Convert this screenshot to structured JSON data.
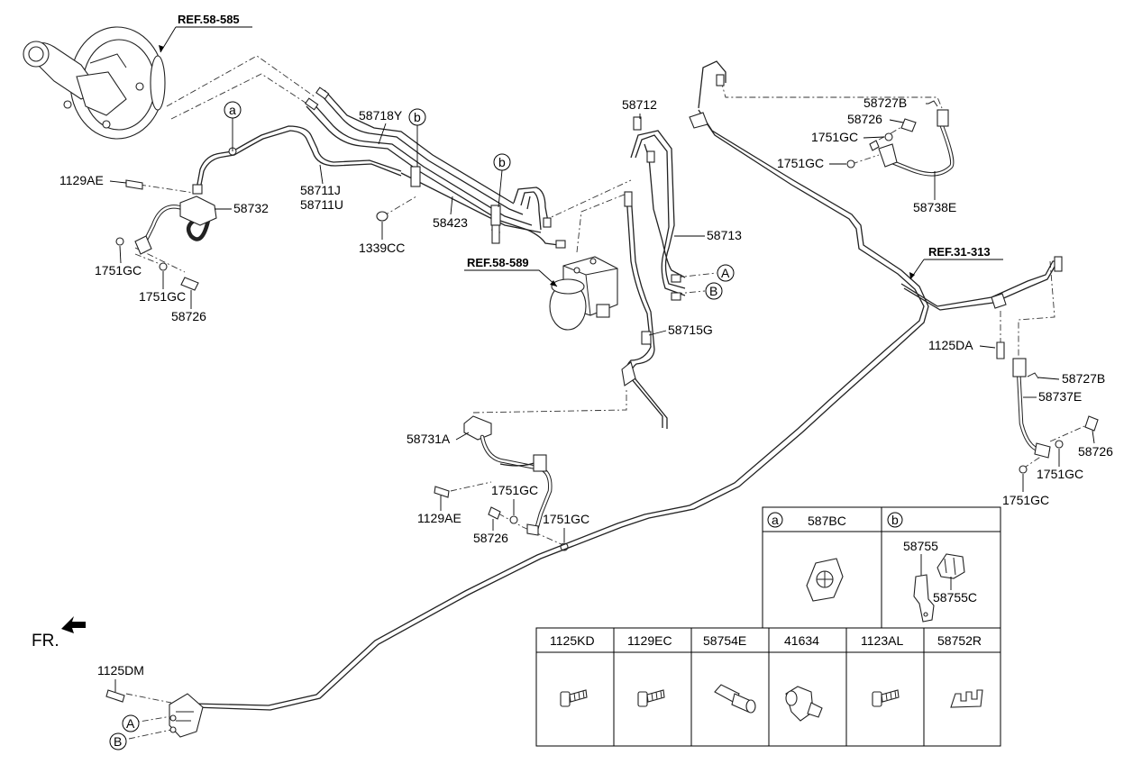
{
  "references": {
    "brake_booster": "REF.58-585",
    "hecu": "REF.58-589",
    "fuel_line": "REF.31-313"
  },
  "front_indicator": "FR.",
  "callouts": {
    "a": "a",
    "b": "b",
    "A": "A",
    "B": "B"
  },
  "part_labels": {
    "p58718Y": "58718Y",
    "p58711J": "58711J",
    "p58711U": "58711U",
    "p58732": "58732",
    "p1129AE_front": "1129AE",
    "p1751GC_front1": "1751GC",
    "p1751GC_front2": "1751GC",
    "p58726_front": "58726",
    "p1339CC": "1339CC",
    "p58423": "58423",
    "p58712": "58712",
    "p58713": "58713",
    "p58715G": "58715G",
    "p58731A": "58731A",
    "p1129AE_mid": "1129AE",
    "p1751GC_mid1": "1751GC",
    "p1751GC_mid2": "1751GC",
    "p58726_mid": "58726",
    "p58727B_top": "58727B",
    "p58726_top": "58726",
    "p1751GC_top1": "1751GC",
    "p1751GC_top2": "1751GC",
    "p58738E": "58738E",
    "p1125DA": "1125DA",
    "p58727B_right": "58727B",
    "p58737E": "58737E",
    "p58726_right": "58726",
    "p1751GC_right1": "1751GC",
    "p1751GC_right2": "1751GC",
    "p1125DM": "1125DM"
  },
  "legend_top": {
    "a_code": "587BC",
    "b_code1": "58755",
    "b_code2": "58755C"
  },
  "legend_bottom": {
    "headers": [
      "1125KD",
      "1129EC",
      "58754E",
      "41634",
      "1123AL",
      "58752R"
    ]
  }
}
